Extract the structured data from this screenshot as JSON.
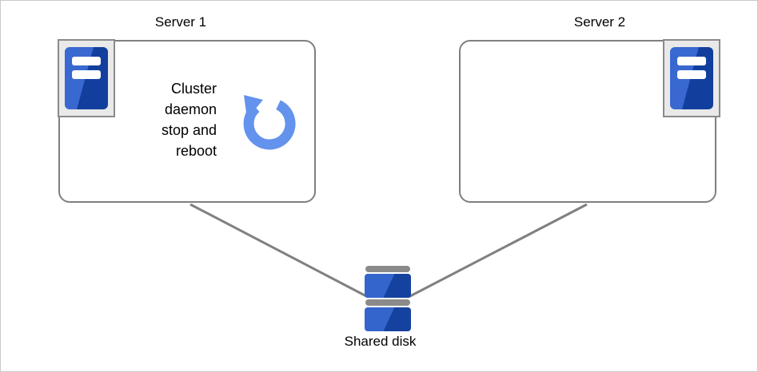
{
  "diagram": {
    "server1": {
      "title": "Server 1",
      "note": "Cluster\ndaemon\nstop and\nreboot"
    },
    "server2": {
      "title": "Server 2"
    },
    "shared_disk": {
      "label": "Shared disk"
    },
    "icons": {
      "server1_icon": "server-tower-icon",
      "server2_icon": "server-tower-icon",
      "reboot_icon": "reboot-circular-arrow-icon",
      "disk_icon": "shared-disk-icon"
    },
    "colors": {
      "text": "#000000",
      "box_border": "#7f7f7f",
      "line": "#808080",
      "icon_frame_bg": "#e9e9e9",
      "icon_frame_border": "#8a8a8a",
      "tower_blue_light": "#3868d0",
      "tower_blue_dark": "#123f9e",
      "disk_blue_light": "#3465cd",
      "disk_blue_dark": "#16429f",
      "disk_cap_gray": "#8a8a8a",
      "reboot_arrow_blue": "#6493ee"
    }
  }
}
